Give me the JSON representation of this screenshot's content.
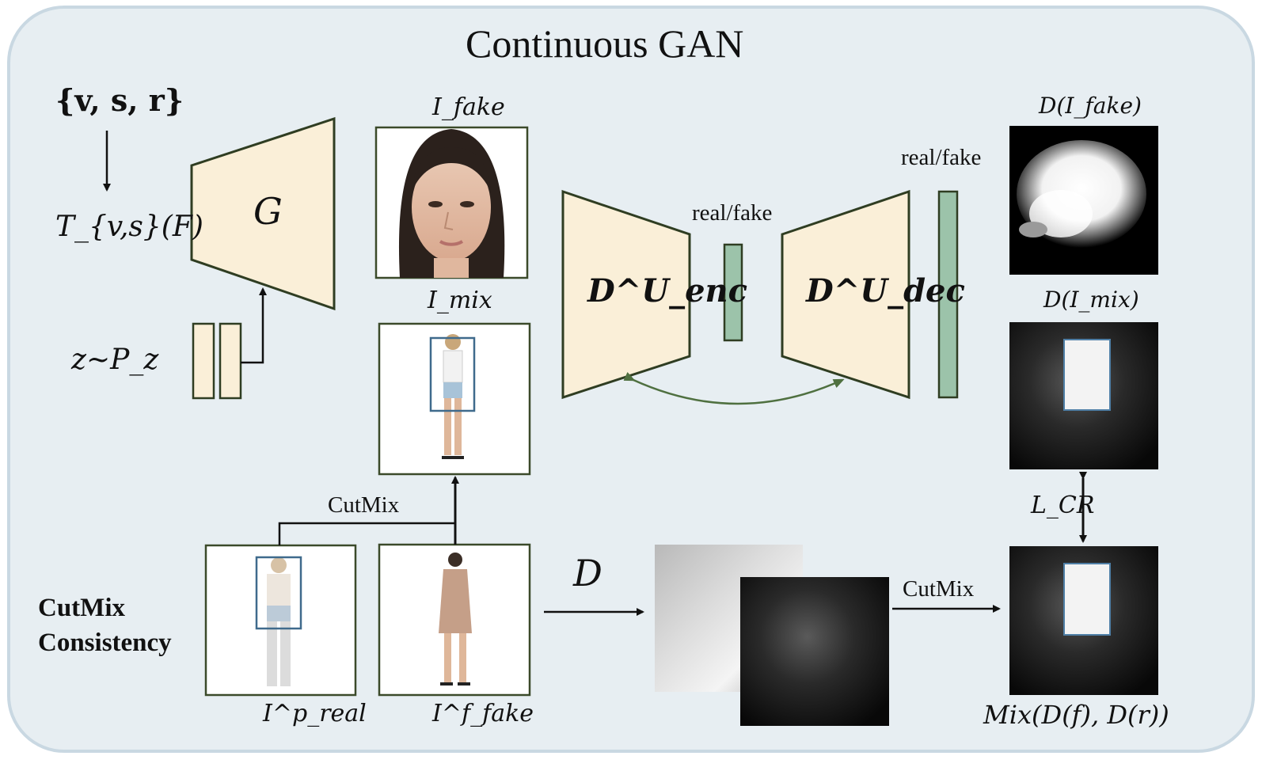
{
  "title": "Continuous GAN",
  "inputs": {
    "params": "{v, s, r}",
    "transform": "T_{v,s}(F)",
    "noise": "z~P_z"
  },
  "generator_label": "G",
  "images": {
    "fake": "I_fake",
    "mix": "I_mix",
    "real_p": "I^p_real",
    "fake_f": "I^f_fake"
  },
  "discriminator": {
    "encoder": "D^U_enc",
    "decoder": "D^U_dec",
    "enc_output": "real/fake",
    "dec_output": "real/fake"
  },
  "outputs": {
    "d_fake": "D(I_fake)",
    "d_mix": "D(I_mix)",
    "mix_result": "Mix(D(f), D(r))",
    "loss": "L_CR"
  },
  "ops": {
    "cutmix_top": "CutMix",
    "cutmix_bottom": "CutMix",
    "d_arrow": "D"
  },
  "section_label": [
    "CutMix",
    "Consistency"
  ],
  "colors": {
    "background_panel": "#e7eef2",
    "panel_border": "#c9d8e2",
    "block_fill": "#faefd8",
    "block_stroke": "#2f3d22",
    "bar_fill": "#9cc3aa",
    "frame_stroke": "#3b4a2a",
    "skip_arrow": "#4f7040",
    "bbox_stroke": "#3f6a8c"
  }
}
